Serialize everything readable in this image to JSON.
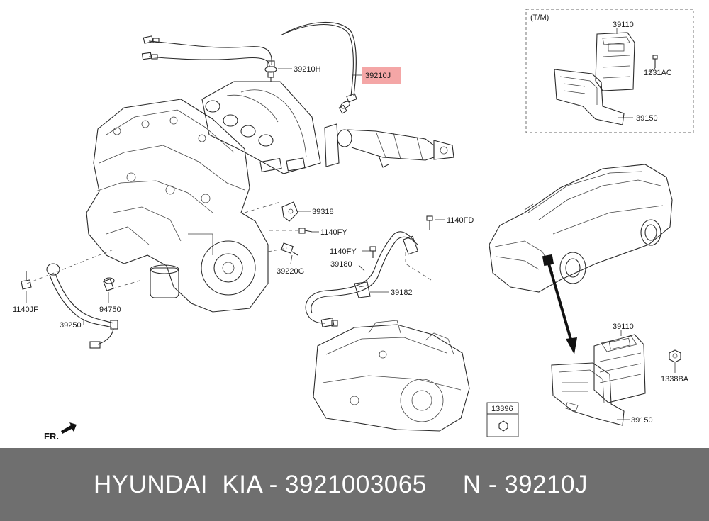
{
  "diagram": {
    "tm_label": "(T/M)",
    "direction_label": "FR.",
    "labels": {
      "p39210h": "39210H",
      "p39210j": "39210J",
      "p39110_top": "39110",
      "p1231ac": "1231AC",
      "p39150_top": "39150",
      "p39318": "39318",
      "p1140fy_a": "1140FY",
      "p39220g": "39220G",
      "p1140fd": "1140FD",
      "p1140fy_b": "1140FY",
      "p39180": "39180",
      "p39182": "39182",
      "p1140jf": "1140JF",
      "p94750": "94750",
      "p39250": "39250",
      "p39110_bot": "39110",
      "p1338ba": "1338BA",
      "p39150_bot": "39150",
      "p13396": "13396"
    },
    "highlight_color": "#f4a6a6"
  },
  "footer": {
    "text": "HYUNDAI  KIA - 3921003065     N - 39210J"
  }
}
